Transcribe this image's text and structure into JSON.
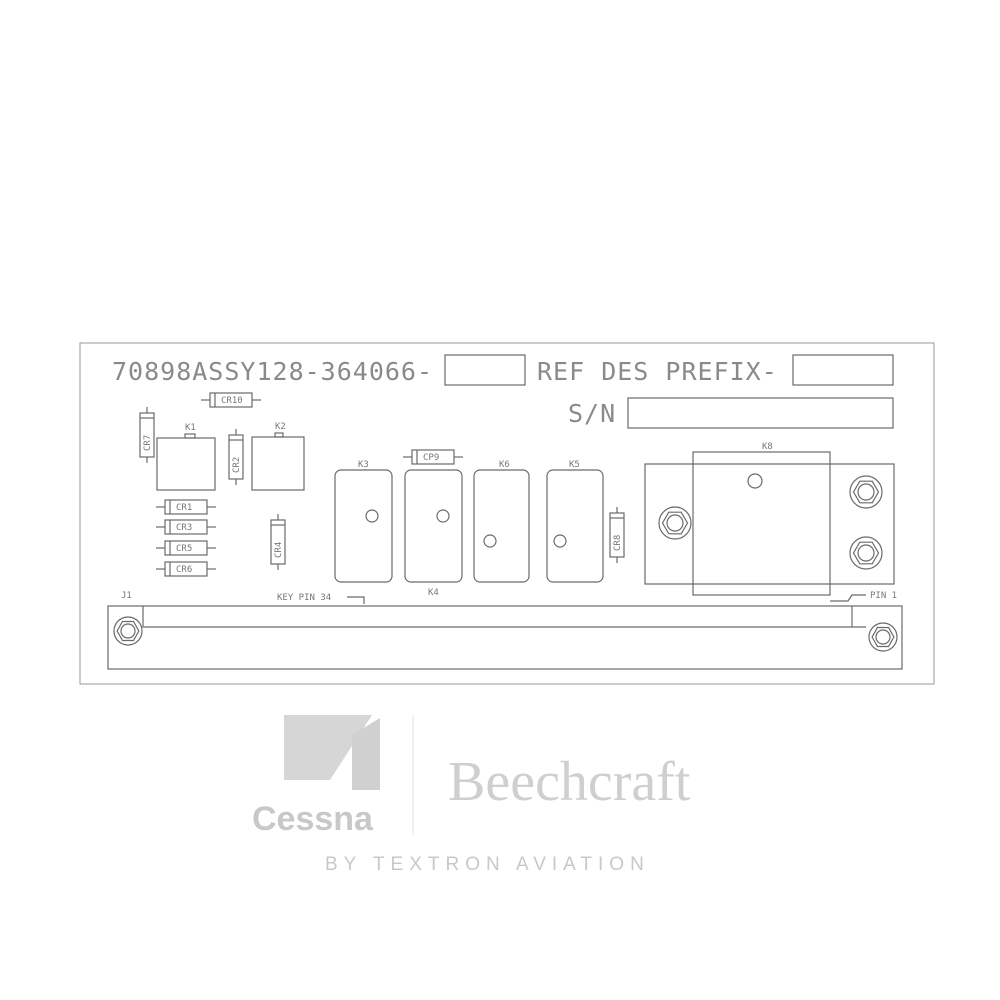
{
  "title": {
    "part_number": "70898ASSY128-364066-",
    "ref_des_prefix": "REF DES PREFIX-",
    "serial_label": "S/N"
  },
  "components": {
    "CR10": "CR10",
    "CR7": "CR7",
    "CR2": "CR2",
    "CR1": "CR1",
    "CR3": "CR3",
    "CR5": "CR5",
    "CR6": "CR6",
    "CR4": "CR4",
    "CR9": "CP9",
    "CR8": "CR8",
    "K1": "K1",
    "K2": "K2",
    "K3": "K3",
    "K4": "K4",
    "K5": "K5",
    "K6": "K6",
    "K8": "K8"
  },
  "connector": {
    "name": "J1",
    "key_pin": "KEY PIN 34",
    "pin1": "PIN 1"
  },
  "watermark": {
    "brand1": "Cessna",
    "brand2": "Beechcraft",
    "tagline": "BY TEXTRON AVIATION"
  },
  "colors": {
    "line": "#6a6a6a",
    "watermark": "#cfcfcf"
  }
}
